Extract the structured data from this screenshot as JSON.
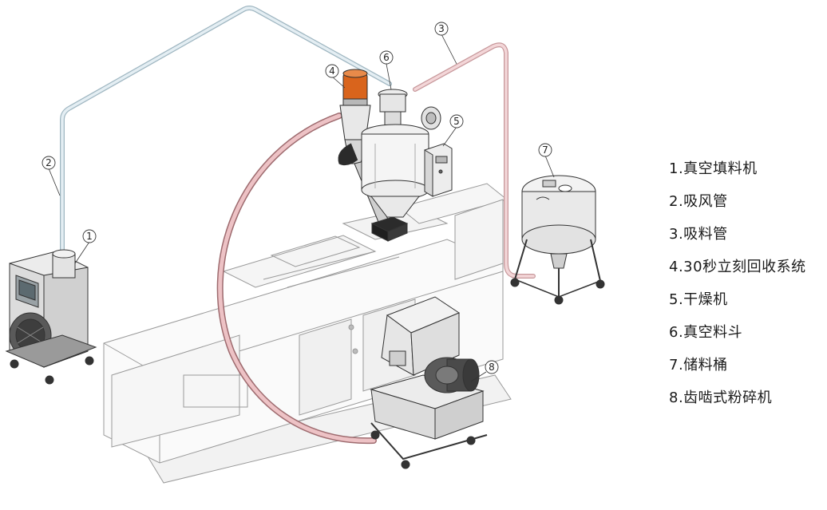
{
  "legend": {
    "items": [
      "1.真空填料机",
      "2.吸风管",
      "3.吸料管",
      "4.30秒立刻回收系统",
      "5.干燥机",
      "6.真空料斗",
      "7.储料桶",
      "8.齿啮式粉碎机"
    ]
  },
  "callouts": [
    "1",
    "2",
    "3",
    "4",
    "5",
    "6",
    "7",
    "8"
  ],
  "colors": {
    "air_pipe": "#c9dde6",
    "material_pipe": "#e8b4b8",
    "recovery_pipe": "#c98a8e",
    "filter_orange": "#d9641c",
    "outline": "#3a3a3a",
    "machine_fill": "#f4f4f4",
    "dark_part": "#2b2b2b"
  }
}
